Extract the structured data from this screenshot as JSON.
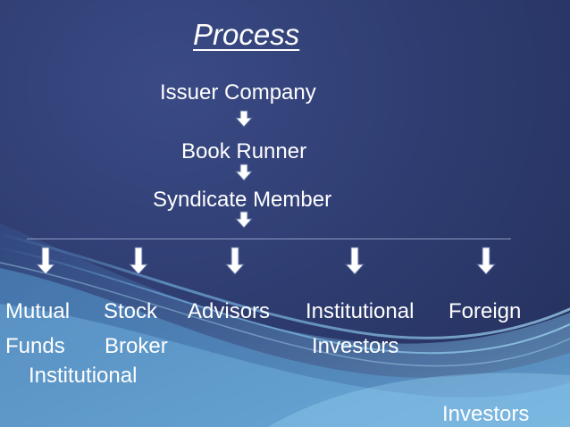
{
  "title": "Process",
  "flow": {
    "issuer": "Issuer Company",
    "book_runner": "Book Runner",
    "syndicate": "Syndicate Member"
  },
  "investor_rows": {
    "row1": [
      "Mutual",
      "Stock",
      "Advisors",
      "Institutional",
      "Foreign"
    ],
    "row2": [
      "Funds",
      "Broker",
      "Investors"
    ],
    "row3": "Institutional",
    "row4": "Investors"
  },
  "colors": {
    "background": "#2c3a6d",
    "text": "#ffffff",
    "arrow_fill": "#ffffff",
    "arrow_stroke": "#5a6a9a"
  },
  "icons": {
    "arrow": "down-arrow-icon"
  }
}
